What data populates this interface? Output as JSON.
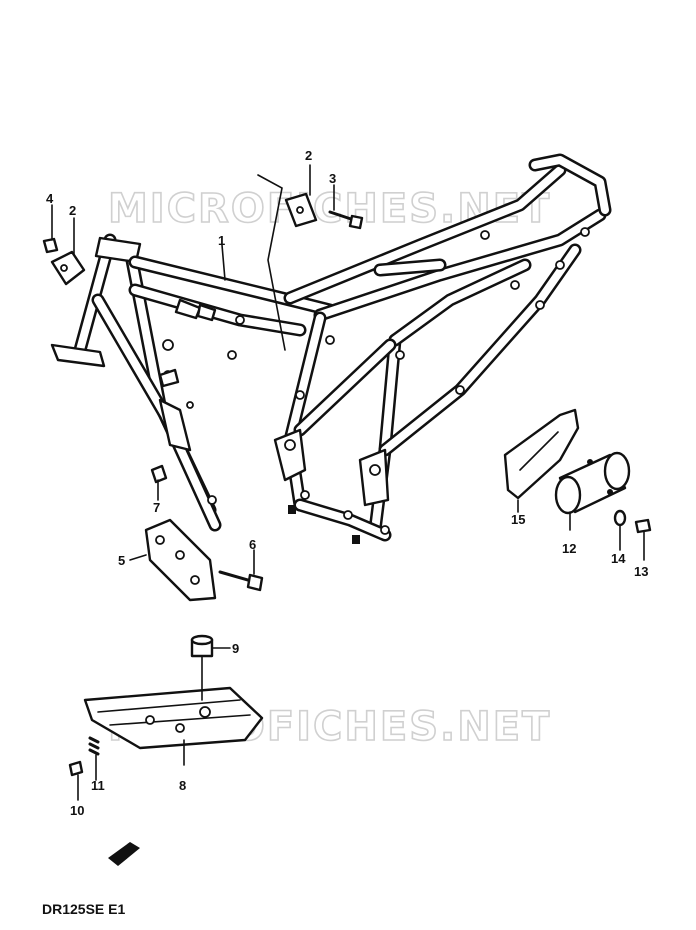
{
  "watermark": "MICROFICHES.NET",
  "model_code": "DR125SE E1",
  "callouts": [
    {
      "id": "c1",
      "text": "1"
    },
    {
      "id": "c2a",
      "text": "2"
    },
    {
      "id": "c2b",
      "text": "2"
    },
    {
      "id": "c3",
      "text": "3"
    },
    {
      "id": "c4",
      "text": "4"
    },
    {
      "id": "c5",
      "text": "5"
    },
    {
      "id": "c6",
      "text": "6"
    },
    {
      "id": "c7",
      "text": "7"
    },
    {
      "id": "c8",
      "text": "8"
    },
    {
      "id": "c9",
      "text": "9"
    },
    {
      "id": "c10",
      "text": "10"
    },
    {
      "id": "c11",
      "text": "11"
    },
    {
      "id": "c12",
      "text": "12"
    },
    {
      "id": "c13",
      "text": "13"
    },
    {
      "id": "c14",
      "text": "14"
    },
    {
      "id": "c15",
      "text": "15"
    }
  ]
}
